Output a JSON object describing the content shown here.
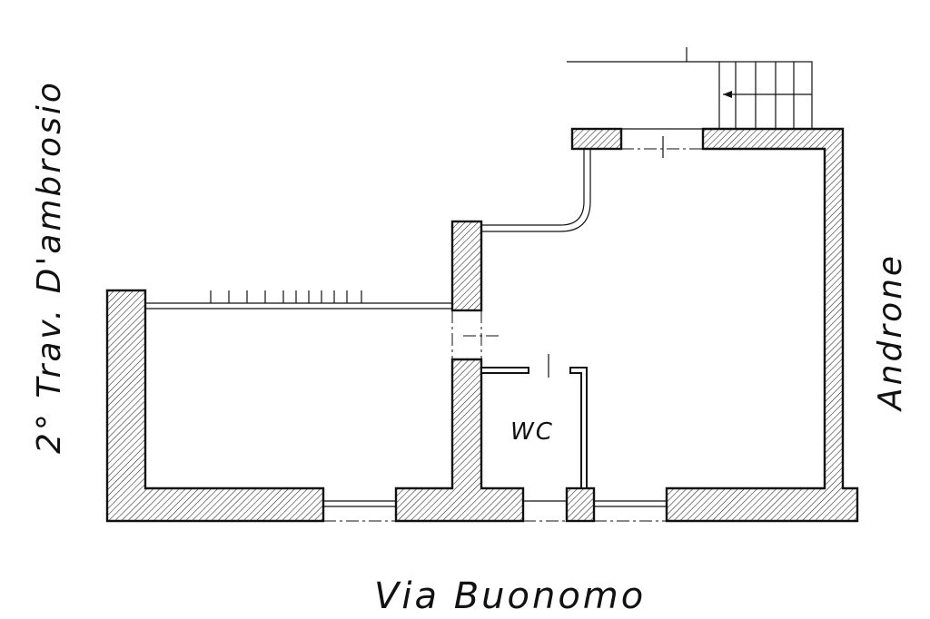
{
  "labels": {
    "street_bottom": "Via Buonomo",
    "street_left": "2° Trav. D'ambrosio",
    "side_right": "Androne",
    "room_wc": "WC"
  },
  "colors": {
    "line": "#111111",
    "background": "#ffffff"
  },
  "icons": {
    "stair_direction": "arrow-left-icon"
  }
}
